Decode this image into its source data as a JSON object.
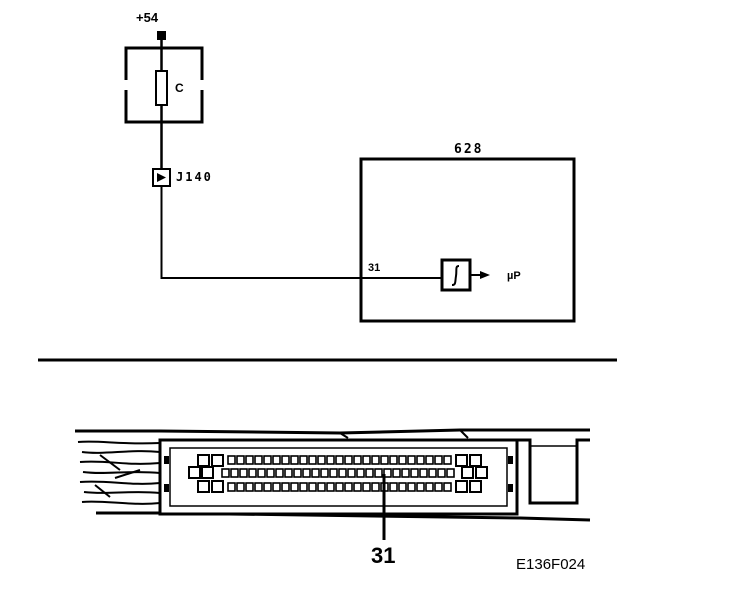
{
  "schematic": {
    "supply_label": "+54",
    "fuse_label": "C",
    "connector_label": "J140",
    "module_label": "628",
    "pin_label": "31",
    "output_label": "µP"
  },
  "connector_view": {
    "pin_callout": "31"
  },
  "figure_code": "E136F024"
}
